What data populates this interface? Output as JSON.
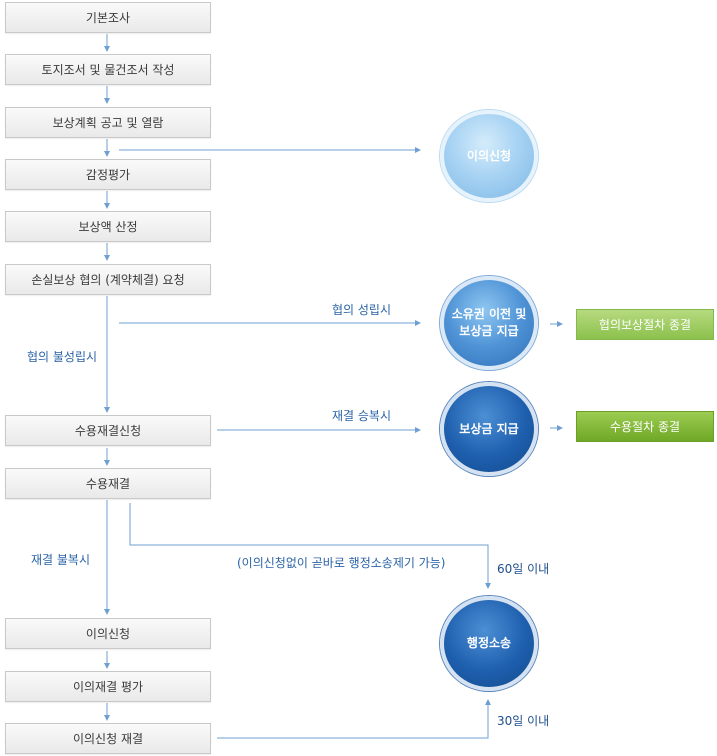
{
  "steps": {
    "s1": "기본조사",
    "s2": "토지조서 및 물건조서 작성",
    "s3": "보상계획 공고 및 열람",
    "s4": "감정평가",
    "s5": "보상액 산정",
    "s6": "손실보상 협의 (계약체결) 요청",
    "s7": "수용재결신청",
    "s8": "수용재결",
    "s9": "이의신청",
    "s10": "이의재결 평가",
    "s11": "이의신청 재결"
  },
  "circles": {
    "objection": "이의신청",
    "transfer_line1": "소유권 이전 및",
    "transfer_line2": "보상금 지급",
    "payment": "보상금 지급",
    "lawsuit": "행정소송"
  },
  "results": {
    "agreement_end": "협의보상절차 종결",
    "expropriation_end": "수용절차 종결"
  },
  "labels": {
    "agreement_success": "협의 성립시",
    "agreement_fail": "협의 불성립시",
    "ruling_accept": "재결 승복시",
    "ruling_reject": "재결 불복시",
    "direct_lawsuit": "(이의신청없이 곧바로 행정소송제기 가능)",
    "within_60": "60일 이내",
    "within_30": "30일 이내"
  },
  "colors": {
    "connector": "#6f9fd0",
    "label_blue": "#2b63a6",
    "box_border": "#c9c9c9",
    "result_green": "#8cc14d",
    "result_green_dark": "#6fa826"
  }
}
